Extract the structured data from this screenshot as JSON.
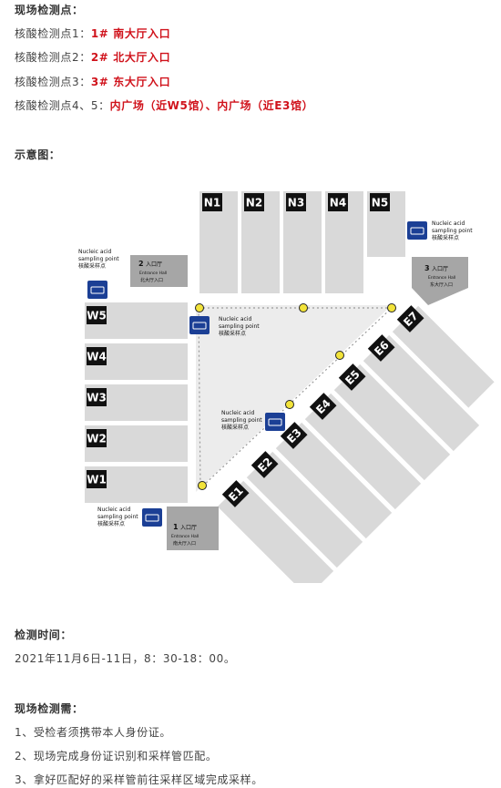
{
  "sites": {
    "heading": "现场检测点：",
    "items": [
      {
        "prefix": "核酸检测点1：",
        "highlight": "1#  南大厅入口"
      },
      {
        "prefix": "核酸检测点2：",
        "highlight": "2#  北大厅入口"
      },
      {
        "prefix": "核酸检测点3：",
        "highlight": "3#  东大厅入口"
      },
      {
        "prefix": "核酸检测点4、5：",
        "highlight": "内广场（近W5馆）、内广场（近E3馆）"
      }
    ]
  },
  "diagram_heading": "示意图：",
  "map": {
    "north_halls": [
      "N1",
      "N2",
      "N3",
      "N4",
      "N5"
    ],
    "west_halls": [
      "W5",
      "W4",
      "W3",
      "W2",
      "W1"
    ],
    "east_halls": [
      "E1",
      "E2",
      "E3",
      "E4",
      "E5",
      "E6",
      "E7"
    ],
    "entrance_north": {
      "number": "2",
      "title": "入口厅",
      "en": "Entrance Hall",
      "cn": "北大厅入口"
    },
    "entrance_east": {
      "number": "3",
      "title": "入口厅",
      "en": "Entrance Hall",
      "cn": "东大厅入口"
    },
    "entrance_south": {
      "number": "1",
      "title": "入口厅",
      "en": "Entrance Hall",
      "cn": "南大厅入口"
    },
    "sampling": {
      "en1": "Nucleic acid",
      "en2": "sampling point",
      "cn": "核酸采样点"
    },
    "colors": {
      "hall": "#d9d9d9",
      "entrance": "#a6a6a6",
      "plaza": "#ececec",
      "label": "#111111",
      "sampling": "#1b3f95"
    }
  },
  "time": {
    "heading": "检测时间：",
    "value": "2021年11月6日-11日，8：30-18：00。"
  },
  "requirements": {
    "heading": "现场检测需：",
    "items": [
      "1、受检者须携带本人身份证。",
      "2、现场完成身份证识别和采样管匹配。",
      "3、拿好匹配好的采样管前往采样区域完成采样。"
    ]
  }
}
